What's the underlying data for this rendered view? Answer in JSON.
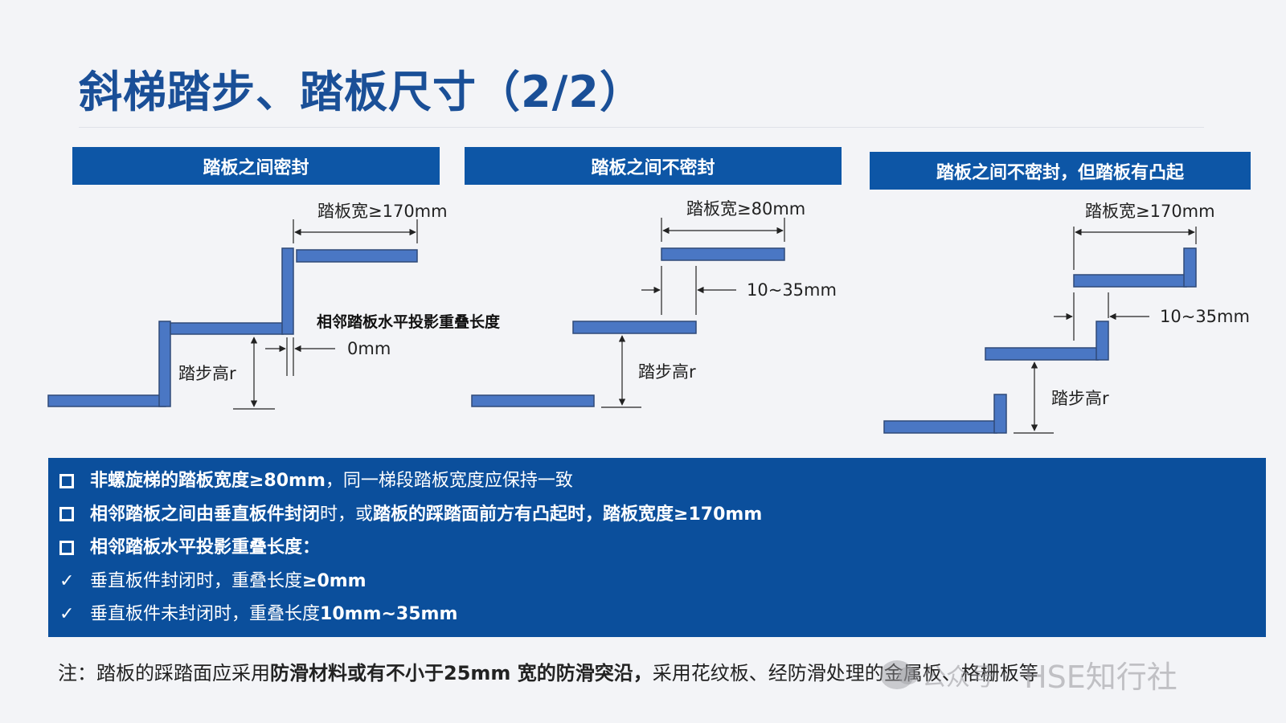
{
  "title": "斜梯踏步、踏板尺寸（2/2）",
  "panels": [
    {
      "header": "踏板之间密封",
      "width_label": "踏板宽≥170mm",
      "overlap_caption": "相邻踏板水平投影重叠长度",
      "overlap_value": "0mm",
      "rise_label": "踏步高r"
    },
    {
      "header": "踏板之间不密封",
      "width_label": "踏板宽≥80mm",
      "gap_label": "10~35mm",
      "rise_label": "踏步高r"
    },
    {
      "header": "踏板之间不密封，但踏板有凸起",
      "width_label": "踏板宽≥170mm",
      "gap_label": "10~35mm",
      "rise_label": "踏步高r"
    }
  ],
  "notes": [
    {
      "marker": "square",
      "bold": "非螺旋梯的踏板宽度≥80mm",
      "rest": "，同一梯段踏板宽度应保持一致"
    },
    {
      "marker": "square",
      "bold": "相邻踏板之间由垂直板件封闭",
      "mid": "时，或",
      "bold2": "踏板的踩踏面前方有凸起时，踏板宽度≥170mm"
    },
    {
      "marker": "square",
      "bold": "相邻踏板水平投影重叠长度",
      "rest": "："
    },
    {
      "marker": "check",
      "glyph": "✓",
      "normal": "垂直板件封闭时，重叠长度",
      "bold": "≥0mm"
    },
    {
      "marker": "check",
      "glyph": "✓",
      "normal": "垂直板件未封闭时，重叠长度",
      "bold": "10mm~35mm"
    }
  ],
  "footnote": {
    "prefix": "注：踏板的踩踏面应采用",
    "bold": "防滑材料或有不小于25mm 宽的防滑突沿，",
    "suffix": "采用花纹板、经防滑处理的金属板、格栅板等"
  },
  "watermark": {
    "small": "公众号 ·",
    "main": "HSE知行社"
  },
  "colors": {
    "accent": "#0d56a6",
    "tread": "#4a77c4",
    "tread_border": "#2f4a78",
    "title": "#1a4f97"
  }
}
